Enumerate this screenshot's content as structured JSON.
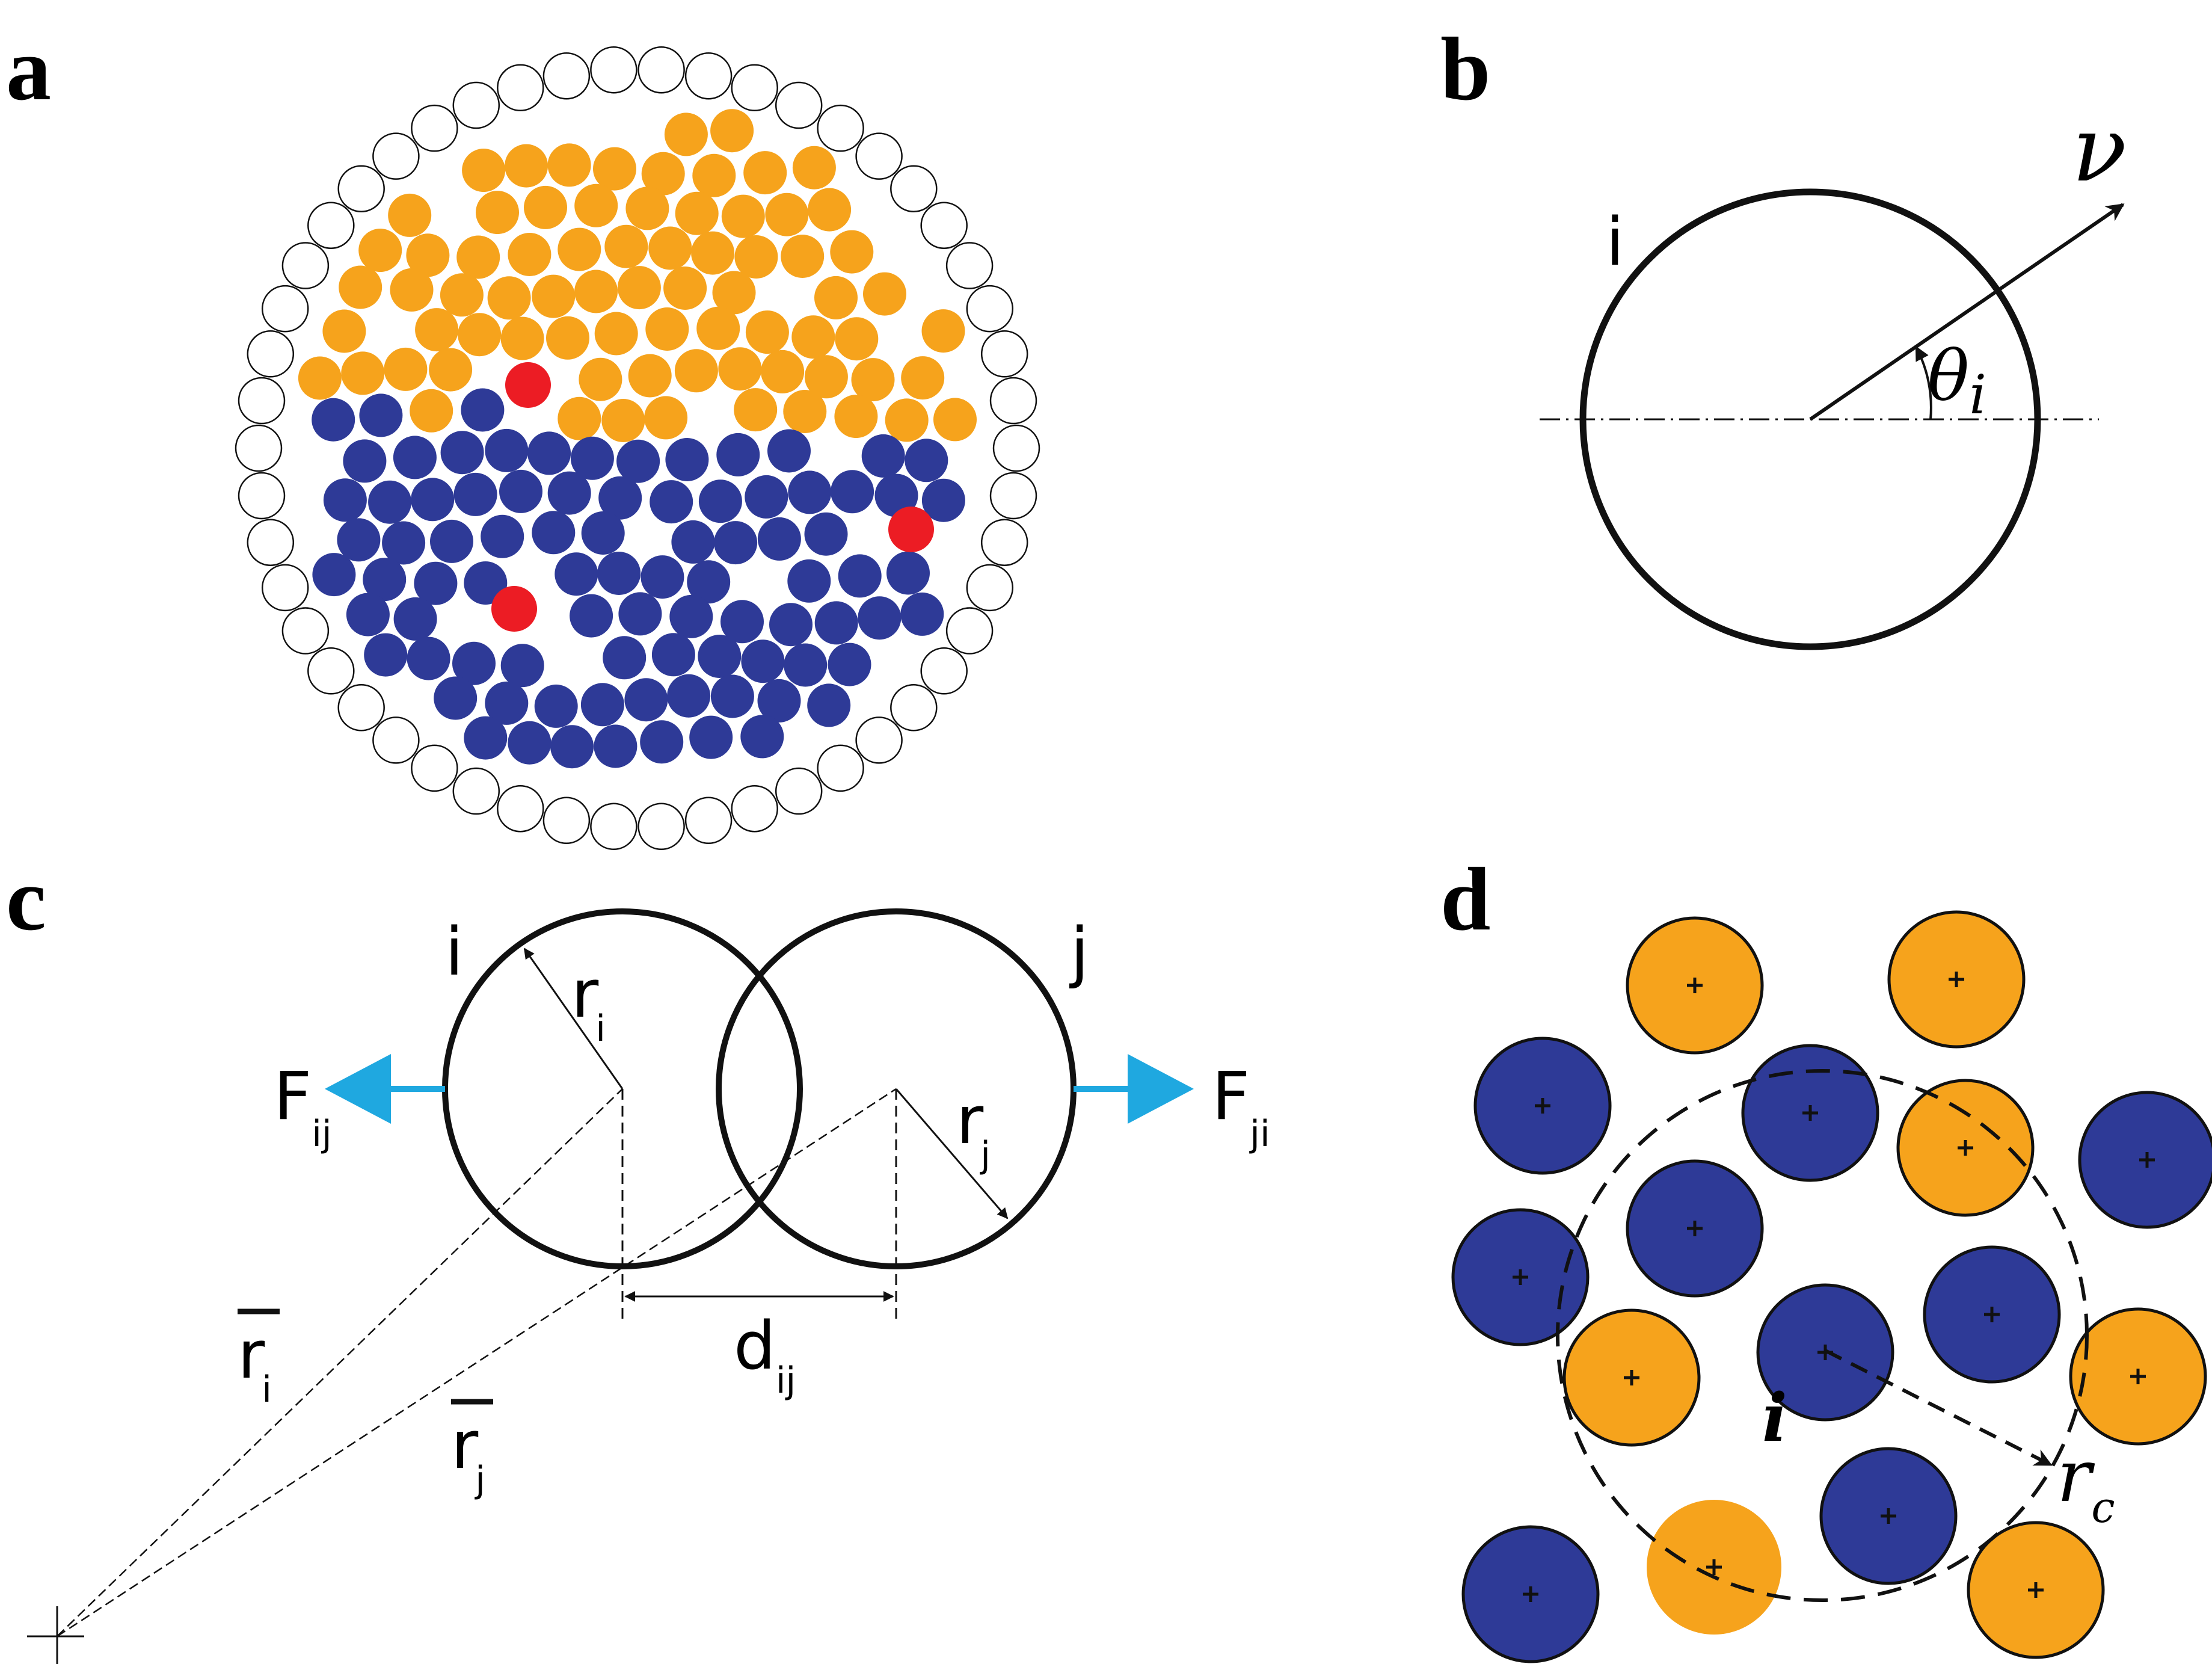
{
  "panels": {
    "a": {
      "letter": "a"
    },
    "b": {
      "letter": "b",
      "particle_label": "i",
      "velocity_label": "ν",
      "angle_label_main": "θ",
      "angle_label_sub": "i"
    },
    "c": {
      "letter": "c",
      "particle_i_label": "i",
      "particle_j_label": "j",
      "radius_i_main": "r",
      "radius_i_sub": "i",
      "radius_j_main": "r",
      "radius_j_sub": "j",
      "force_ij_main": "F",
      "force_ij_sub": "ij",
      "force_ji_main": "F",
      "force_ji_sub": "ji",
      "distance_main": "d",
      "distance_sub": "ij",
      "position_i_main": "r",
      "position_i_sub": "i",
      "position_j_main": "r",
      "position_j_sub": "j"
    },
    "d": {
      "letter": "d",
      "particle_label": "i",
      "cutoff_main": "r",
      "cutoff_sub": "c"
    }
  },
  "colors": {
    "orange": "#F6A31C",
    "blue": "#2E3A97",
    "red": "#EC1C24",
    "cyan": "#1FA8E0",
    "ink": "#111111"
  }
}
